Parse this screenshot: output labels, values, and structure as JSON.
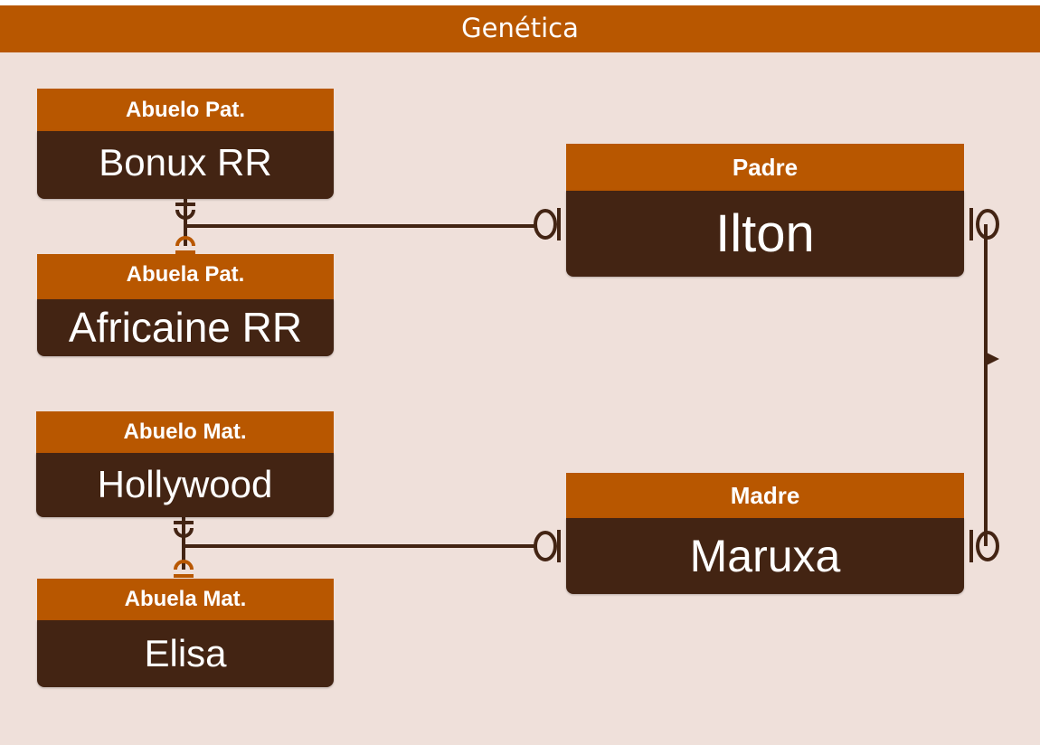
{
  "title": "Genética",
  "colors": {
    "background": "#efe0da",
    "header": "#b85700",
    "body": "#432413",
    "connector": "#432413",
    "text": "#ffffff"
  },
  "entities": {
    "abuelo_pat": {
      "label": "Abuelo Pat.",
      "name": "Bonux RR"
    },
    "abuela_pat": {
      "label": "Abuela Pat.",
      "name": "Africaine RR"
    },
    "abuelo_mat": {
      "label": "Abuelo Mat.",
      "name": "Hollywood"
    },
    "abuela_mat": {
      "label": "Abuela Mat.",
      "name": "Elisa"
    },
    "padre": {
      "label": "Padre",
      "name": "Ilton"
    },
    "madre": {
      "label": "Madre",
      "name": "Maruxa"
    }
  },
  "relationships": [
    {
      "from": "abuelo_pat",
      "to": "abuela_pat",
      "type": "zero-or-one"
    },
    {
      "from": "abuelo_pat",
      "to": "padre",
      "type": "zero-or-one"
    },
    {
      "from": "abuelo_mat",
      "to": "abuela_mat",
      "type": "zero-or-one"
    },
    {
      "from": "abuelo_mat",
      "to": "madre",
      "type": "zero-or-one"
    },
    {
      "from": "padre",
      "to": "madre",
      "type": "zero-or-one"
    }
  ]
}
